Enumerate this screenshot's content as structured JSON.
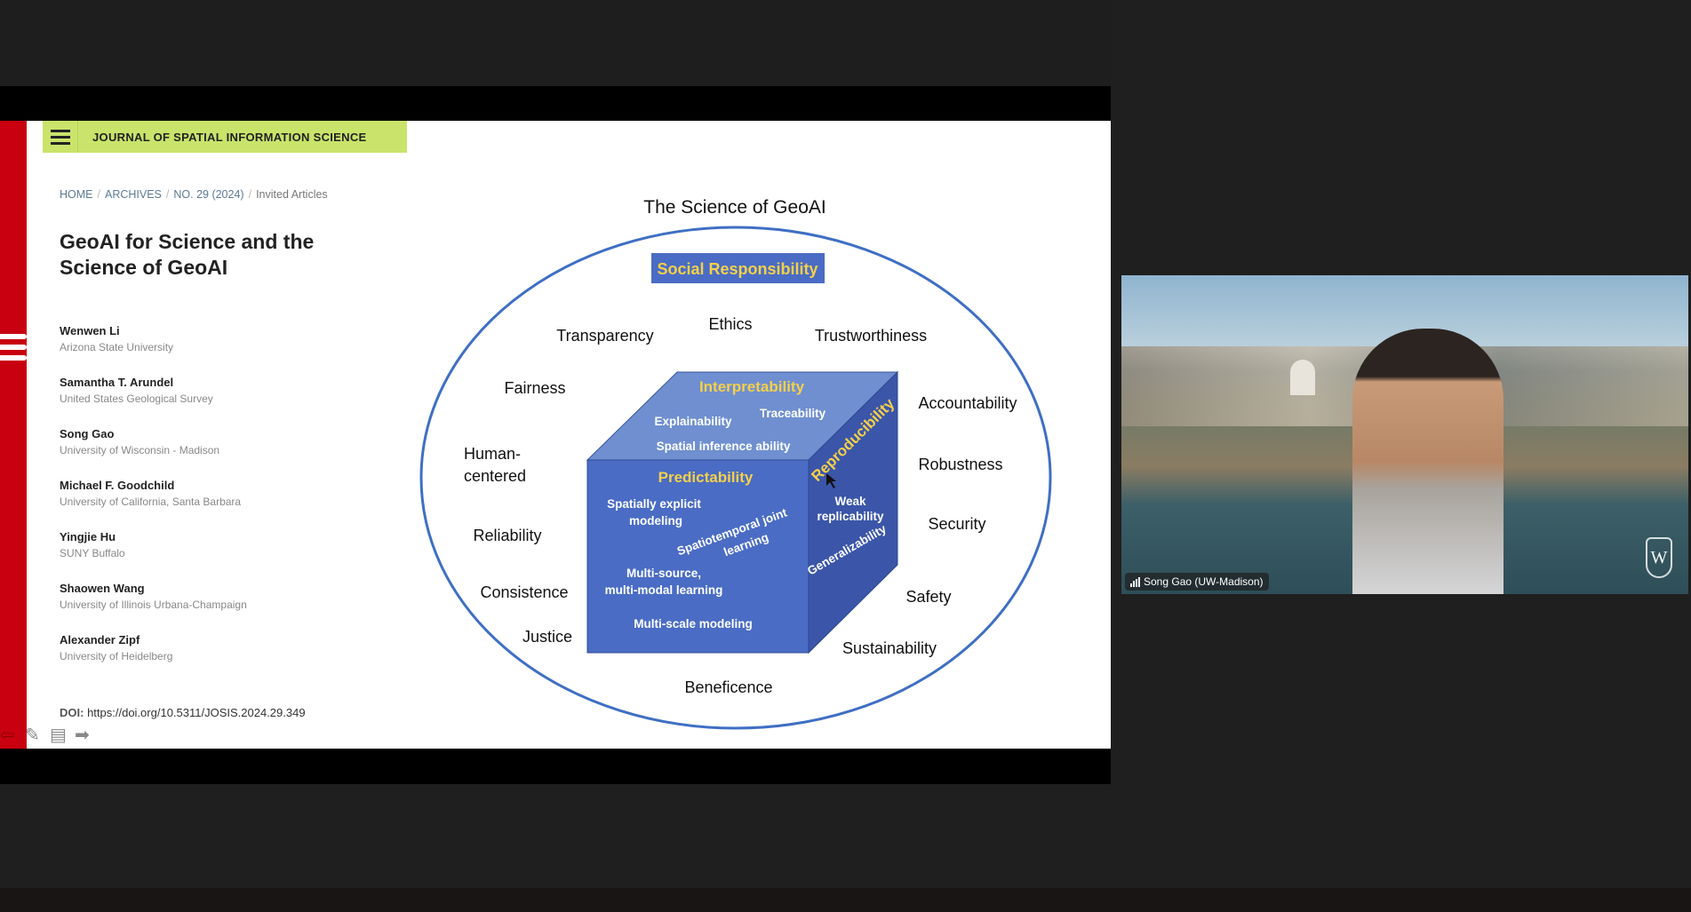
{
  "journal": {
    "title": "JOURNAL OF SPATIAL INFORMATION SCIENCE"
  },
  "breadcrumb": [
    "HOME",
    "ARCHIVES",
    "NO. 29 (2024)",
    "Invited Articles"
  ],
  "article": {
    "title": "GeoAI for Science and the Science of GeoAI",
    "authors": [
      {
        "name": "Wenwen Li",
        "affiliation": "Arizona State University"
      },
      {
        "name": "Samantha T. Arundel",
        "affiliation": "United States Geological Survey"
      },
      {
        "name": "Song Gao",
        "affiliation": "University of Wisconsin - Madison"
      },
      {
        "name": "Michael F. Goodchild",
        "affiliation": "University of California, Santa Barbara"
      },
      {
        "name": "Yingjie Hu",
        "affiliation": "SUNY Buffalo"
      },
      {
        "name": "Shaowen Wang",
        "affiliation": "University of Illinois Urbana-Champaign"
      },
      {
        "name": "Alexander Zipf",
        "affiliation": "University of Heidelberg"
      }
    ],
    "doi_label": "DOI:",
    "doi": "https://doi.org/10.5311/JOSIS.2024.29.349"
  },
  "diagram": {
    "title": "The Science of GeoAI",
    "social": "Social Responsibility",
    "labels": {
      "transparency": "Transparency",
      "ethics": "Ethics",
      "trust": "Trustworthiness",
      "fairness": "Fairness",
      "accountability": "Accountability",
      "human1": "Human-",
      "human2": "centered",
      "robustness": "Robustness",
      "reliability": "Reliability",
      "security": "Security",
      "consistence": "Consistence",
      "safety": "Safety",
      "justice": "Justice",
      "sustainability": "Sustainability",
      "beneficence": "Beneficence"
    },
    "cube": {
      "top": "Interpretability",
      "explain": "Explainability",
      "trace": "Traceability",
      "spatinf": "Spatial inference ability",
      "front": "Predictability",
      "sem1": "Spatially explicit",
      "sem2": "modeling",
      "stj1": "Spatiotemporal joint",
      "stj2": "learning",
      "ms1": "Multi-source,",
      "ms2": "multi-modal learning",
      "mscale": "Multi-scale modeling",
      "side": "Reproducibility",
      "weak1": "Weak",
      "weak2": "replicability",
      "gen": "Generalizability"
    },
    "colors": {
      "ellipse": "#3f6fc4",
      "front": "#4a6cc4",
      "top": "#6f8fd0",
      "side": "#3b56a8",
      "accent": "#f5d04a"
    }
  },
  "video": {
    "participant": "Song Gao (UW-Madison)"
  }
}
